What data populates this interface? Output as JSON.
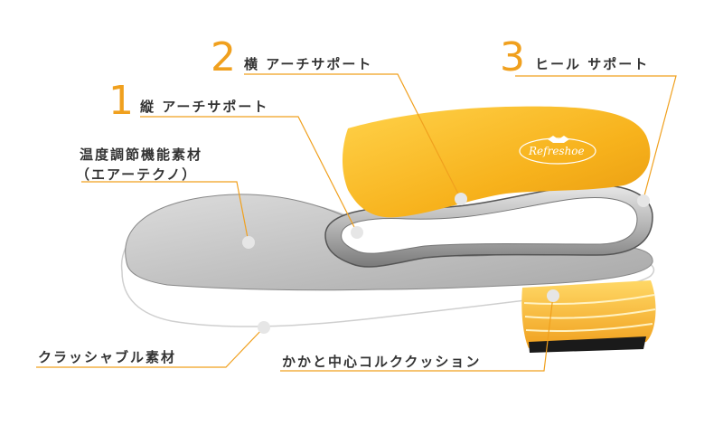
{
  "callouts": {
    "horizontal_arch": {
      "number": "2",
      "label": "横 アーチサポート"
    },
    "heel_support": {
      "number": "3",
      "label": "ヒール サポート"
    },
    "longitudinal_arch": {
      "number": "1",
      "label": "縦 アーチサポート"
    },
    "temperature_material": {
      "line1": "温度調節機能素材",
      "line2": "（エアーテクノ）"
    },
    "cushion_material": {
      "label": "クラッシャブル素材"
    },
    "heel_cork": {
      "label": "かかと中心コルククッション"
    }
  },
  "logo": {
    "text": "Refreshoe"
  },
  "colors": {
    "accent": "#f0a01e",
    "text": "#333333",
    "line": "#f0a01e"
  }
}
